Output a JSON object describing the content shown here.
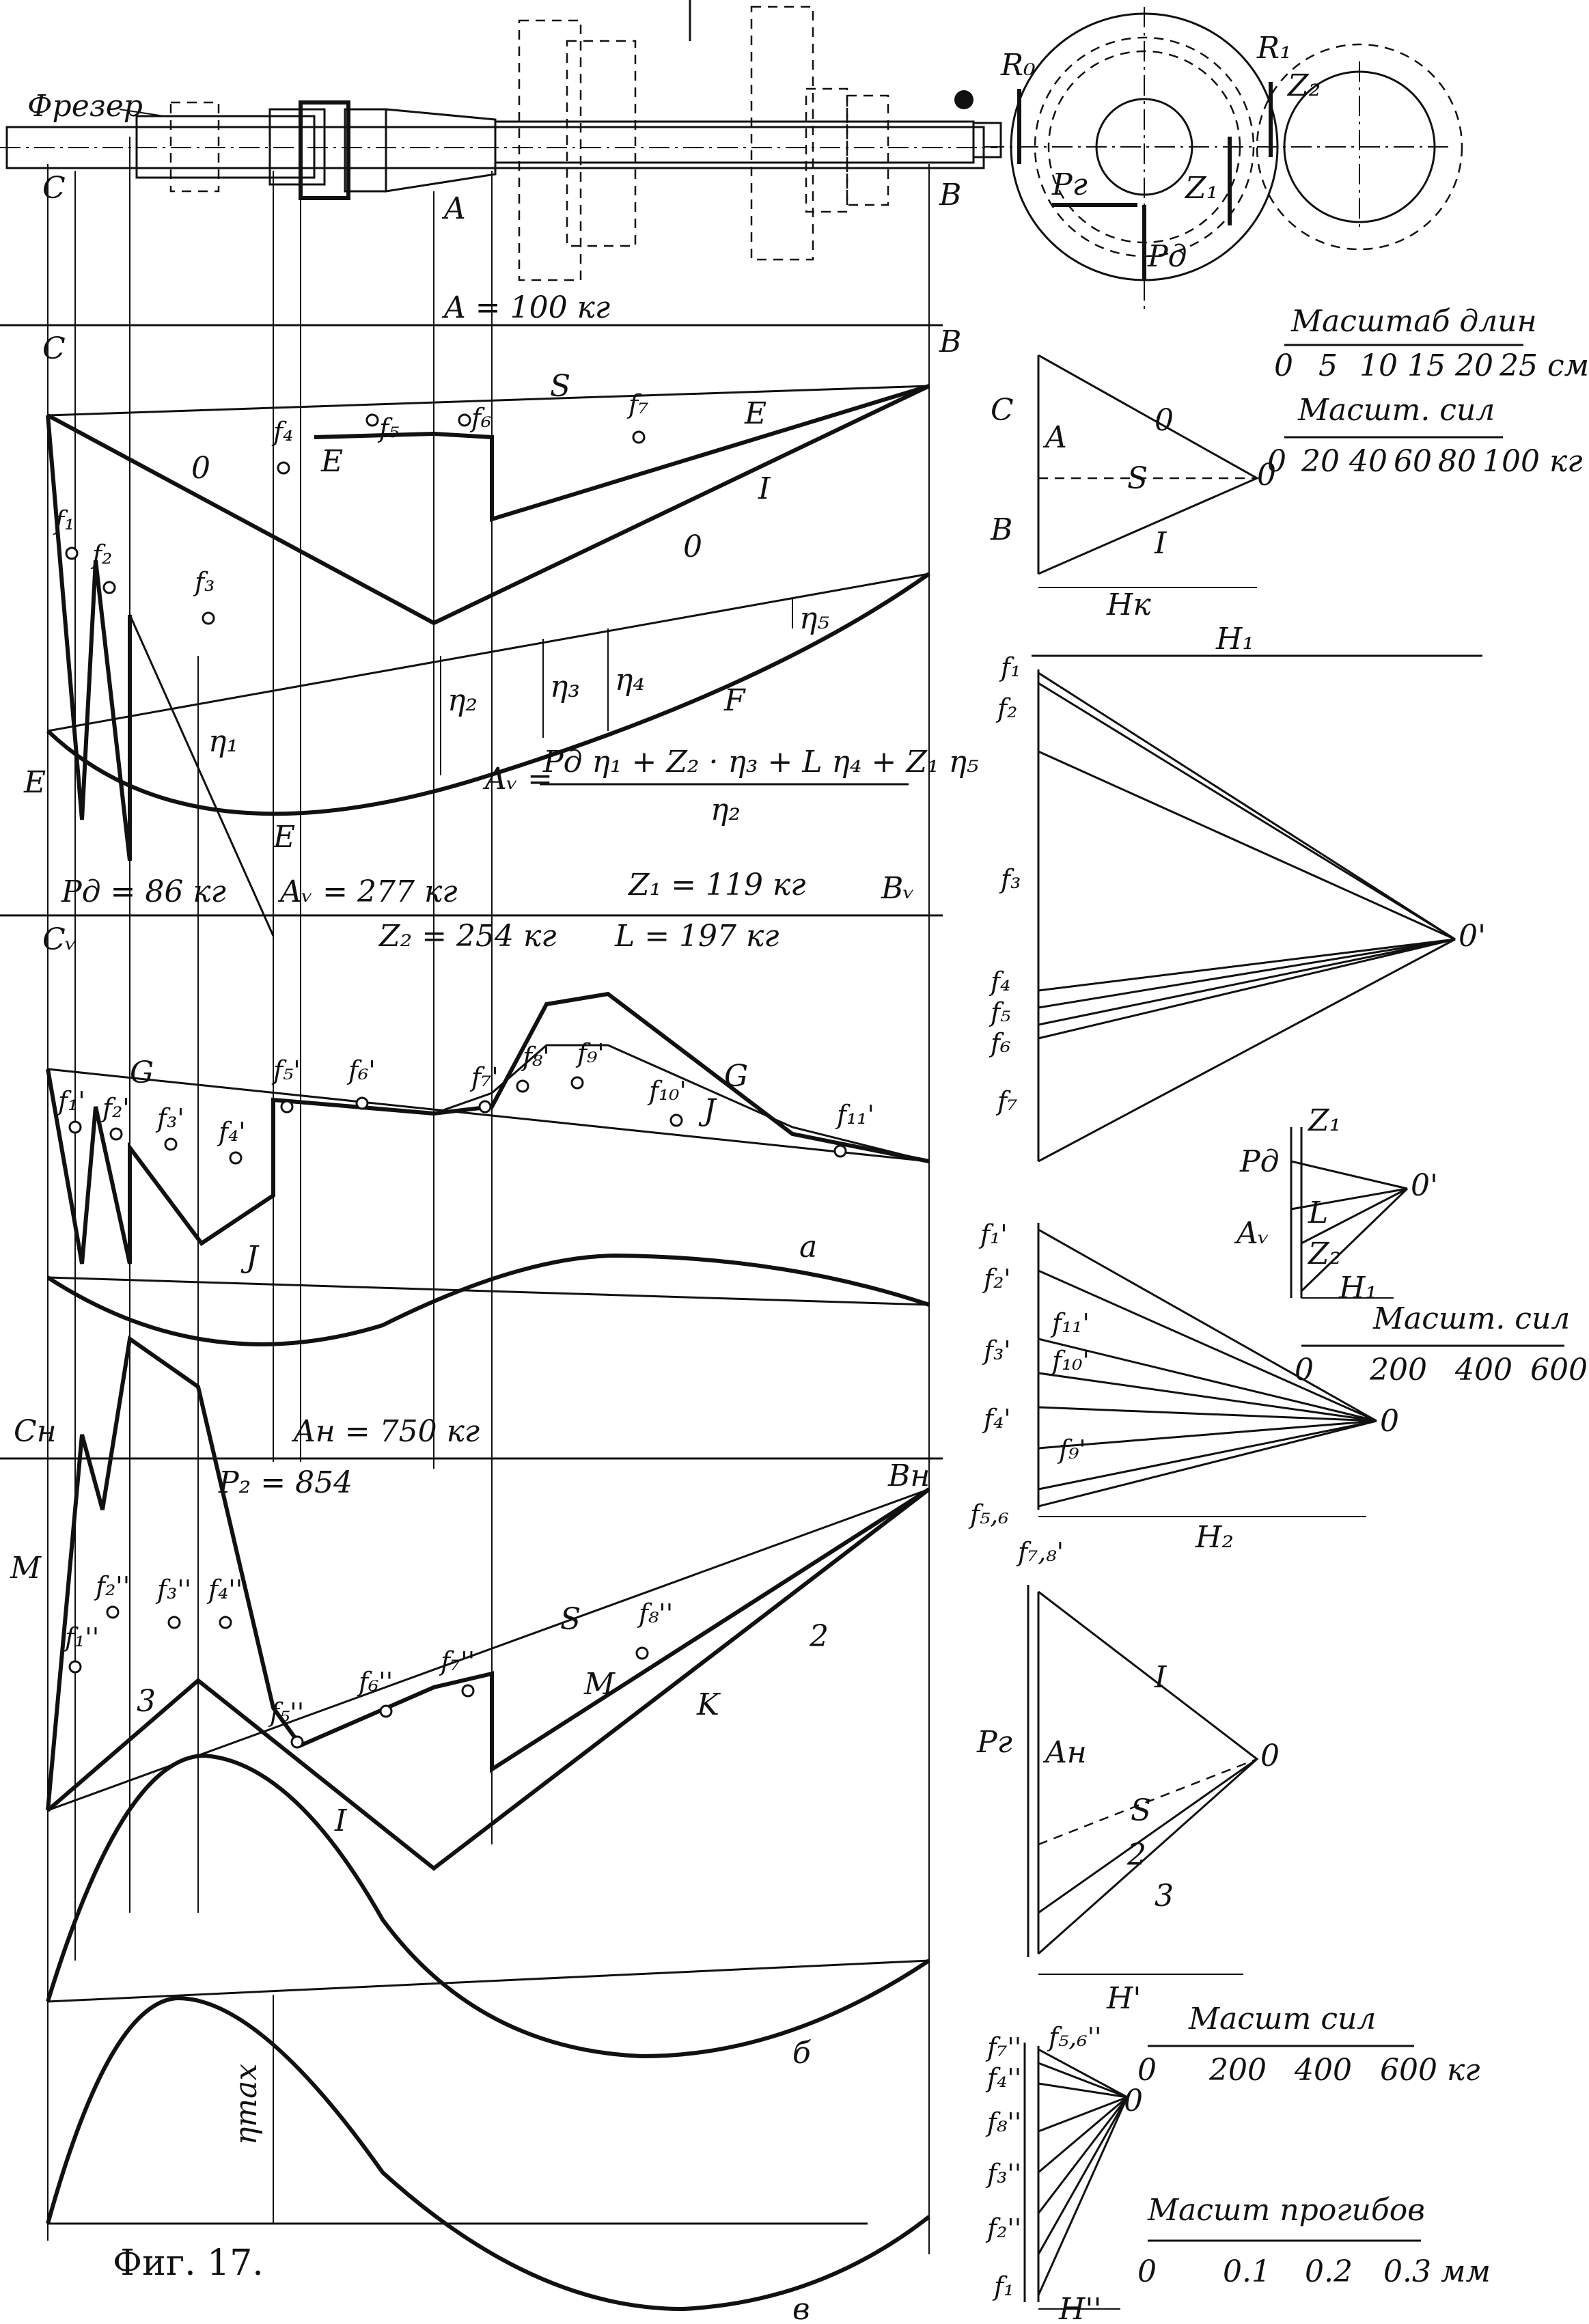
{
  "figure": {
    "caption": "Фиг. 17.",
    "cutter_label": "Фрезер"
  },
  "forces": {
    "A_top": "A = 100 кг",
    "P_d": "Pд = 86 кг",
    "A_v": "Aᵥ = 277 кг",
    "Z2": "Z₂ = 254 кг",
    "Z1": "Z₁ = 119 кг",
    "L": "L = 197 кг",
    "A_h": "Aн = 750 кг",
    "P2": "P₂ = 854",
    "formula_lhs": "Aᵥ =",
    "formula_num": "Pд η₁ + Z₂ · η₃ + L  η₄ + Z₁  η₅",
    "formula_den": "η₂"
  },
  "scales": {
    "length_title": "Масштаб длин",
    "length_ticks": [
      "0",
      "5",
      "10",
      "15",
      "20",
      "25 см"
    ],
    "force1_title": "Масшт. сил",
    "force1_ticks": [
      "0",
      "20",
      "40",
      "60",
      "80",
      "100 кг"
    ],
    "force2_title": "Масшт. сил",
    "force2_ticks": [
      "0",
      "200",
      "400",
      "600"
    ],
    "force3_title": "Масшт сил",
    "force3_ticks": [
      "0",
      "200",
      "400",
      "600 кг"
    ],
    "deflection_title": "Масшт прогибов",
    "deflection_ticks": [
      "0",
      "0.1",
      "0.2",
      "0.3 мм"
    ]
  },
  "labels": {
    "C": "C",
    "B": "B",
    "A": "A",
    "Cv": "Cᵥ",
    "Bv": "Bᵥ",
    "Ch": "Cн",
    "Bh": "Bн",
    "R0": "R₀",
    "R1": "R₁",
    "Pg": "Pг",
    "Pd": "Pд",
    "Z1": "Z₁",
    "Z2": "Z₂",
    "S": "S",
    "O": "0",
    "one": "I",
    "E": "E",
    "F": "F",
    "G": "G",
    "J": "J",
    "M": "M",
    "K": "K",
    "two": "2",
    "three": "3",
    "a": "a",
    "b": "б",
    "v": "в",
    "eta_max": "ηmax",
    "eta": [
      "η₁",
      "η₂",
      "η₃",
      "η₄",
      "η₅"
    ],
    "Hk": "Hк",
    "H1": "H₁",
    "H2": "H₂",
    "H_prime": "H'",
    "H_dprime": "H''",
    "H_f": "H₁",
    "O_prime": "0'",
    "O_pp": "0'",
    "Av": "Aᵥ",
    "Ah": "Aн",
    "L": "L"
  },
  "f_loads": {
    "set1": [
      "f₁",
      "f₂",
      "f₃",
      "f₄",
      "f₅",
      "f₆",
      "f₇"
    ],
    "set2": [
      "f₁'",
      "f₂'",
      "f₃'",
      "f₄'",
      "f₅'",
      "f₆'",
      "f₇'",
      "f₈'",
      "f₉'",
      "f₁₀'",
      "f₁₁'"
    ],
    "set3": [
      "f₁''",
      "f₂''",
      "f₃''",
      "f₄''",
      "f₅''",
      "f₆''",
      "f₇''",
      "f₈''"
    ],
    "poly1": [
      "f₁",
      "f₂",
      "f₃",
      "f₄",
      "f₅",
      "f₆",
      "f₇"
    ],
    "poly2": [
      "f₁'",
      "f₂'",
      "f₃'",
      "f₄'",
      "f₅,₆",
      "f₇,₈'",
      "f₁₁'",
      "f₁₀'",
      "f₉'"
    ],
    "poly3": [
      "f₇''",
      "f₅,₆''",
      "f₄''",
      "f₈''",
      "f₃''",
      "f₂''",
      "f₁"
    ]
  }
}
